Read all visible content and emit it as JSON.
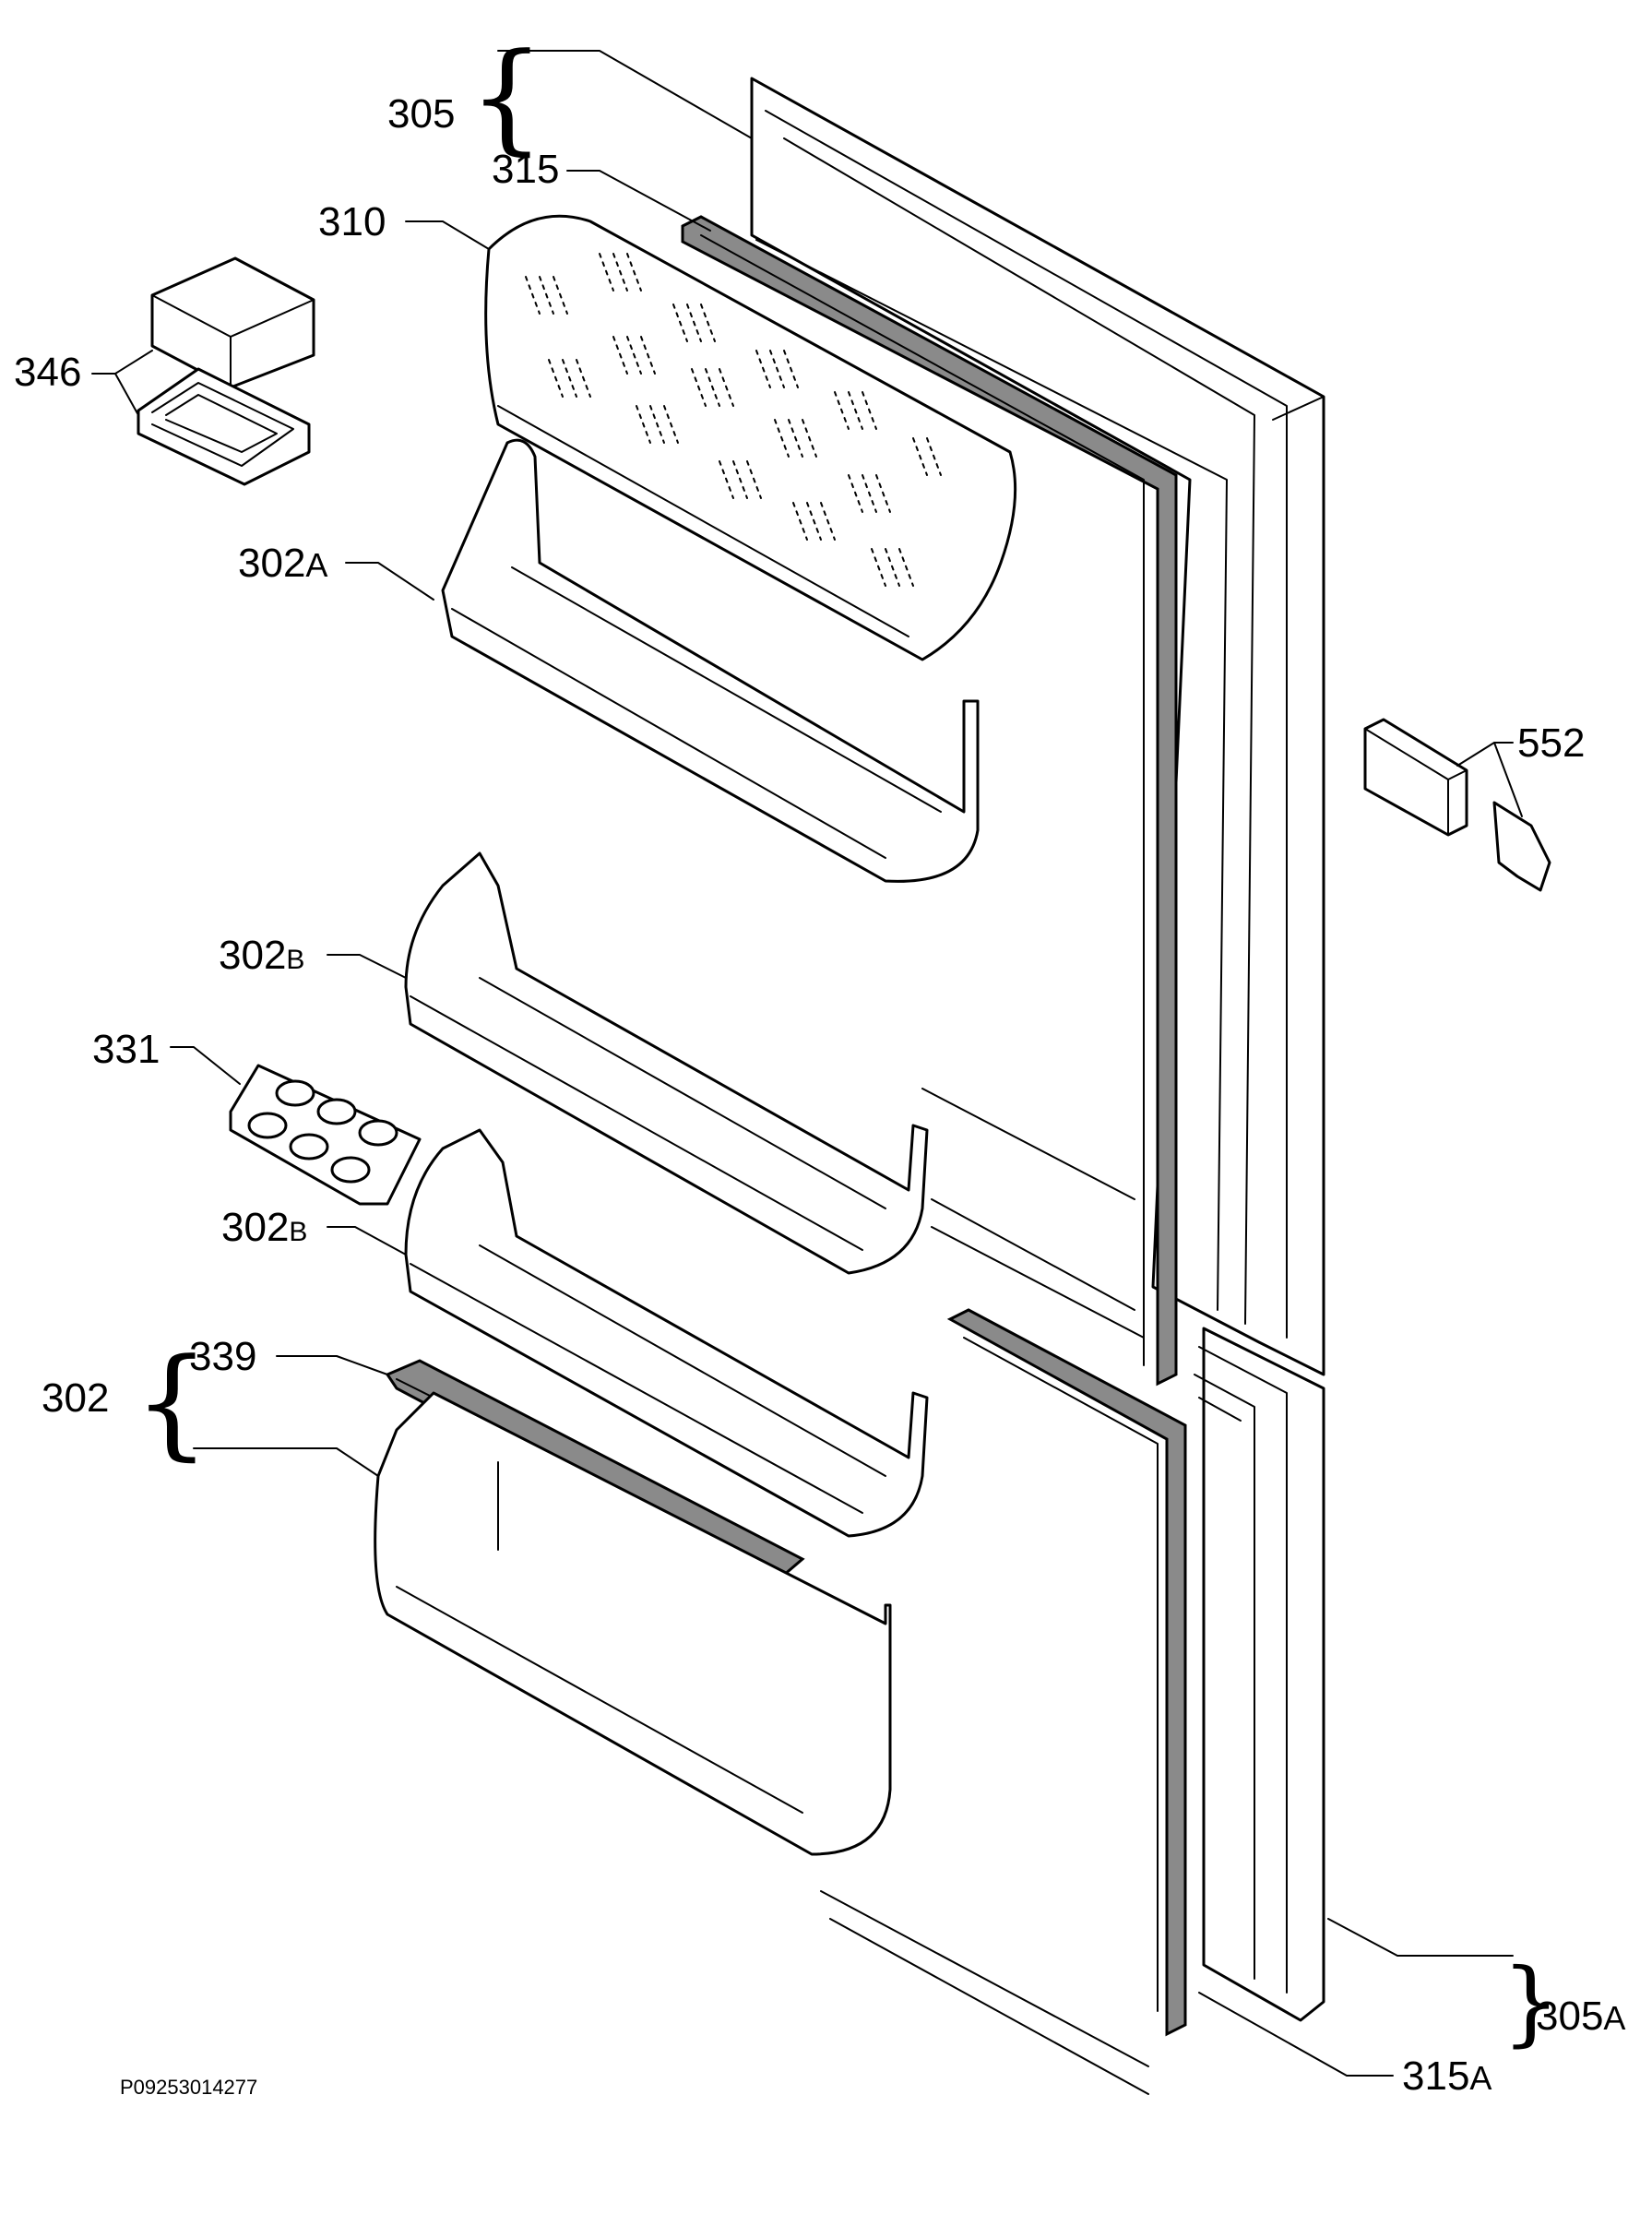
{
  "labels": {
    "l305": "305",
    "l315": "315",
    "l310": "310",
    "l346": "346",
    "l302a_num": "302",
    "l302a_suf": "A",
    "l552": "552",
    "l302b1_num": "302",
    "l302b1_suf": "B",
    "l331": "331",
    "l302b2_num": "302",
    "l302b2_suf": "B",
    "l302": "302",
    "l339": "339",
    "l305a_num": "305",
    "l305a_suf": "A",
    "l315a_num": "315",
    "l315a_suf": "A"
  },
  "drawing_code": "P09253014277"
}
